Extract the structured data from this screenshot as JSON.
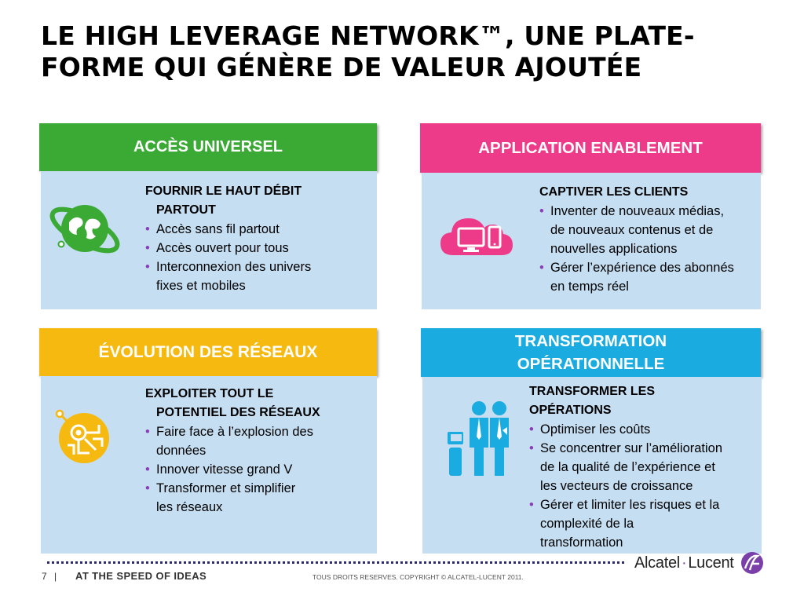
{
  "title": {
    "line1": "LE HIGH LEVERAGE NETWORK™, UNE PLATE-",
    "line2": "FORME QUI GÉNÈRE DE VALEUR AJOUTÉE"
  },
  "panels": [
    {
      "header": "ACCÈS UNIVERSEL",
      "icon": "globe-icon",
      "color": "#3aaa35",
      "subtitle_l1": "FOURNIR LE HAUT DÉBIT",
      "subtitle_l2": "PARTOUT",
      "bullets": [
        [
          "Accès sans fil partout"
        ],
        [
          "Accès ouvert pour tous"
        ],
        [
          "Interconnexion des univers",
          "fixes et mobiles"
        ]
      ]
    },
    {
      "header": "APPLICATION ENABLEMENT",
      "icon": "cloud-devices-icon",
      "color": "#ed3b8a",
      "subtitle_l1": "CAPTIVER LES CLIENTS",
      "subtitle_l2": "",
      "bullets": [
        [
          "Inventer de nouveaux médias,",
          "de nouveaux contenus et de",
          "nouvelles applications"
        ],
        [
          "Gérer l’expérience des abonnés",
          "en temps réel"
        ]
      ]
    },
    {
      "header": "ÉVOLUTION DES RÉSEAUX",
      "icon": "network-circuit-icon",
      "color": "#f5b90f",
      "subtitle_l1": "EXPLOITER TOUT LE",
      "subtitle_l2": "POTENTIEL DES RÉSEAUX",
      "bullets": [
        [
          "Faire face à l’explosion des",
          "données"
        ],
        [
          "Innover vitesse grand V"
        ],
        [
          "Transformer et simplifier",
          "les réseaux"
        ]
      ]
    },
    {
      "header_l1": "TRANSFORMATION",
      "header_l2": "OPÉRATIONNELLE",
      "icon": "people-operations-icon",
      "color": "#1aace0",
      "subtitle_l1": "TRANSFORMER LES",
      "subtitle_l2": "OPÉRATIONS",
      "bullets": [
        [
          "Optimiser les coûts"
        ],
        [
          "Se concentrer sur l’amélioration",
          "de la qualité de l’expérience et",
          "les vecteurs de croissance"
        ],
        [
          "Gérer et limiter les risques et la",
          "complexité de la",
          "transformation"
        ]
      ]
    }
  ],
  "footer": {
    "page": "7",
    "separator": "|",
    "tagline": "AT THE SPEED OF IDEAS",
    "copyright": "TOUS DROITS RESERVES. COPYRIGHT © ALCATEL-LUCENT 2011.",
    "logo_left": "Alcatel",
    "logo_dot": "·",
    "logo_right": "Lucent"
  },
  "colors": {
    "panel_body": "#c5def2",
    "bullet": "#8a3fb8",
    "logo_accent": "#7a3fa8"
  }
}
